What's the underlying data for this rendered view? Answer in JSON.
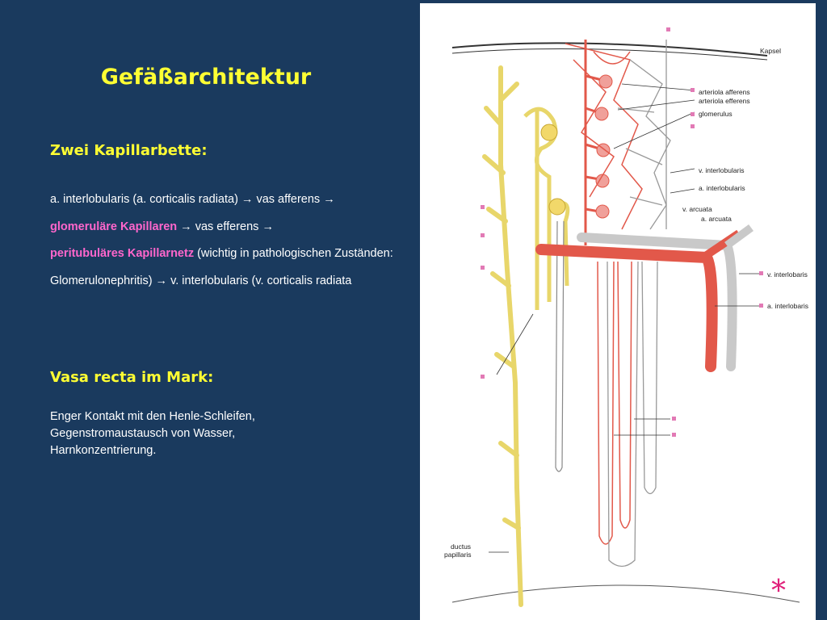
{
  "slide": {
    "title": "Gefäßarchitektur",
    "heading1": "Zwei Kapillarbette:",
    "p1_seg1": "a. interlobularis  (a. corticalis radiata) →  vas afferens →",
    "p1_pink1": "glomeruläre Kapillaren",
    "p1_seg2": " →  vas efferens →",
    "p1_pink2": "peritubuläres Kapillarnetz",
    "p1_seg3": " (wichtig in pathologischen Zuständen: Glomerulonephritis) → v. interlobularis (v. corticalis radiata",
    "heading2": "Vasa recta im Mark:",
    "p2_line1": "Enger Kontakt mit den Henle-Schleifen,",
    "p2_line2": "Gegenstromaustausch von Wasser,",
    "p2_line3": "Harnkonzentrierung.",
    "star": "*"
  },
  "figure": {
    "labels": {
      "kapsel": "Kapsel",
      "arteriola_afferens": "arteriola afferens",
      "arteriola_efferens": "arteriola efferens",
      "glomerulus": "glomerulus",
      "v_interlobularis": "v. interlobularis",
      "a_interlobularis": "a. interlobularis",
      "v_arcuata": "v. arcuata",
      "a_arcuata": "a. arcuata",
      "v_interlobaris": "v. interlobaris",
      "a_interlobaris": "a. interlobaris",
      "ductus_papillaris_1": "ductus",
      "ductus_papillaris_2": "papillaris"
    },
    "colors": {
      "artery": "#e2584a",
      "vein": "#c9c9c9",
      "tubule": "#f2e27a",
      "marker": "#e27ab5"
    }
  }
}
